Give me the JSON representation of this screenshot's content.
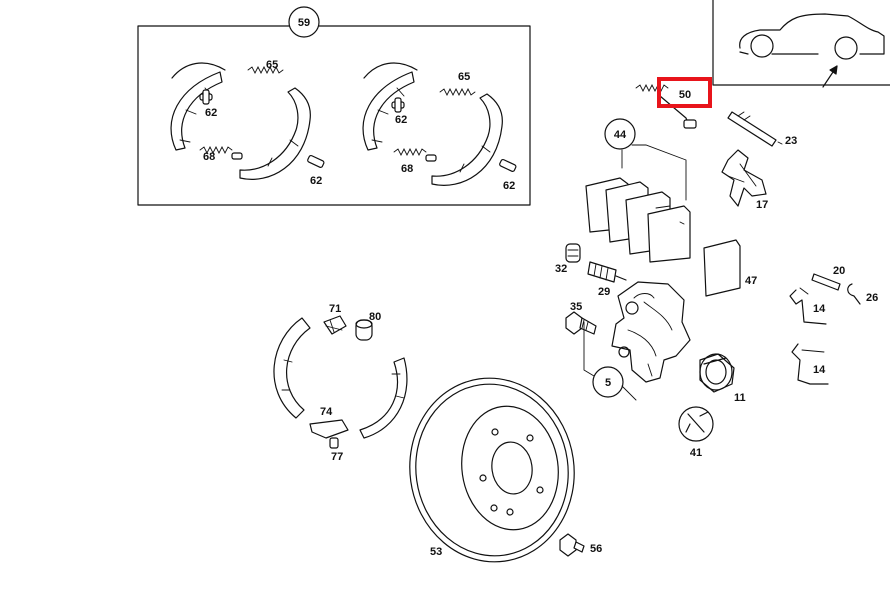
{
  "labels": {
    "p59": "59",
    "p65a": "65",
    "p62a": "62",
    "p68a": "68",
    "p62b": "62",
    "p65b": "65",
    "p62c": "62",
    "p68b": "68",
    "p62d": "62",
    "p50": "50",
    "p23": "23",
    "p44": "44",
    "p17": "17",
    "p32": "32",
    "p29": "29",
    "p47": "47",
    "p20": "20",
    "p14a": "14",
    "p26": "26",
    "p35": "35",
    "p5": "5",
    "p11": "11",
    "p14b": "14",
    "p41": "41",
    "p71": "71",
    "p80": "80",
    "p74": "74",
    "p77": "77",
    "p53": "53",
    "p56": "56"
  },
  "highlight": {
    "part": "50",
    "color": "#e8141b"
  }
}
